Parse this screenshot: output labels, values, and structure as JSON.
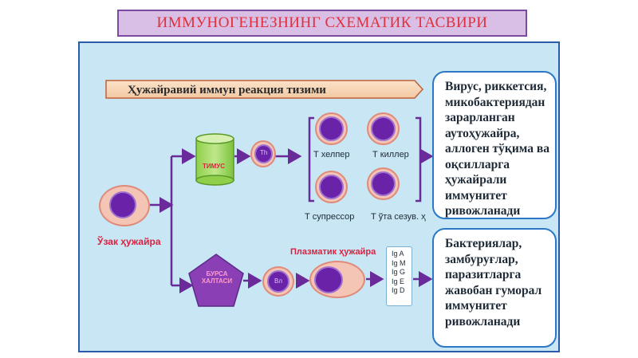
{
  "title": "ИММУНОГЕНЕЗНИНГ СХЕМАТИК ТАСВИРИ",
  "banner": "Ҳужайравий иммун реакция тизими",
  "stem_cell_label": "Ўзак ҳужайра",
  "thymus_label": "ТИМУС",
  "bursa_label": "БУРСА ХАЛТАСИ",
  "th_label": "Th",
  "bl_label": "Bл",
  "t_cells": {
    "helper": "Т хелпер",
    "killer": "Т киллер",
    "suppressor": "Т супрессор",
    "hypersens": "Т ўта сезув. ҳ"
  },
  "plasma_label": "Плазматик ҳужайра",
  "ig_list": [
    "Ig A",
    "Ig M",
    "Ig G",
    "Ig E",
    "Ig D"
  ],
  "desc_cellular": "Вирус, риккетсия, микобактериядан зарарланган аутоҳужайра, аллоген тўқима ва оқсилларга ҳужайрали иммунитет ривожланади",
  "desc_humoral": "Бактериялар, замбуруғлар, паразитларга жавобан гуморал иммунитет ривожланади",
  "colors": {
    "title_text": "#e0303a",
    "panel_bg": "#c8e6f3",
    "cell_nucleus": "#6a22a8",
    "arrow": "#6a2a9a"
  }
}
